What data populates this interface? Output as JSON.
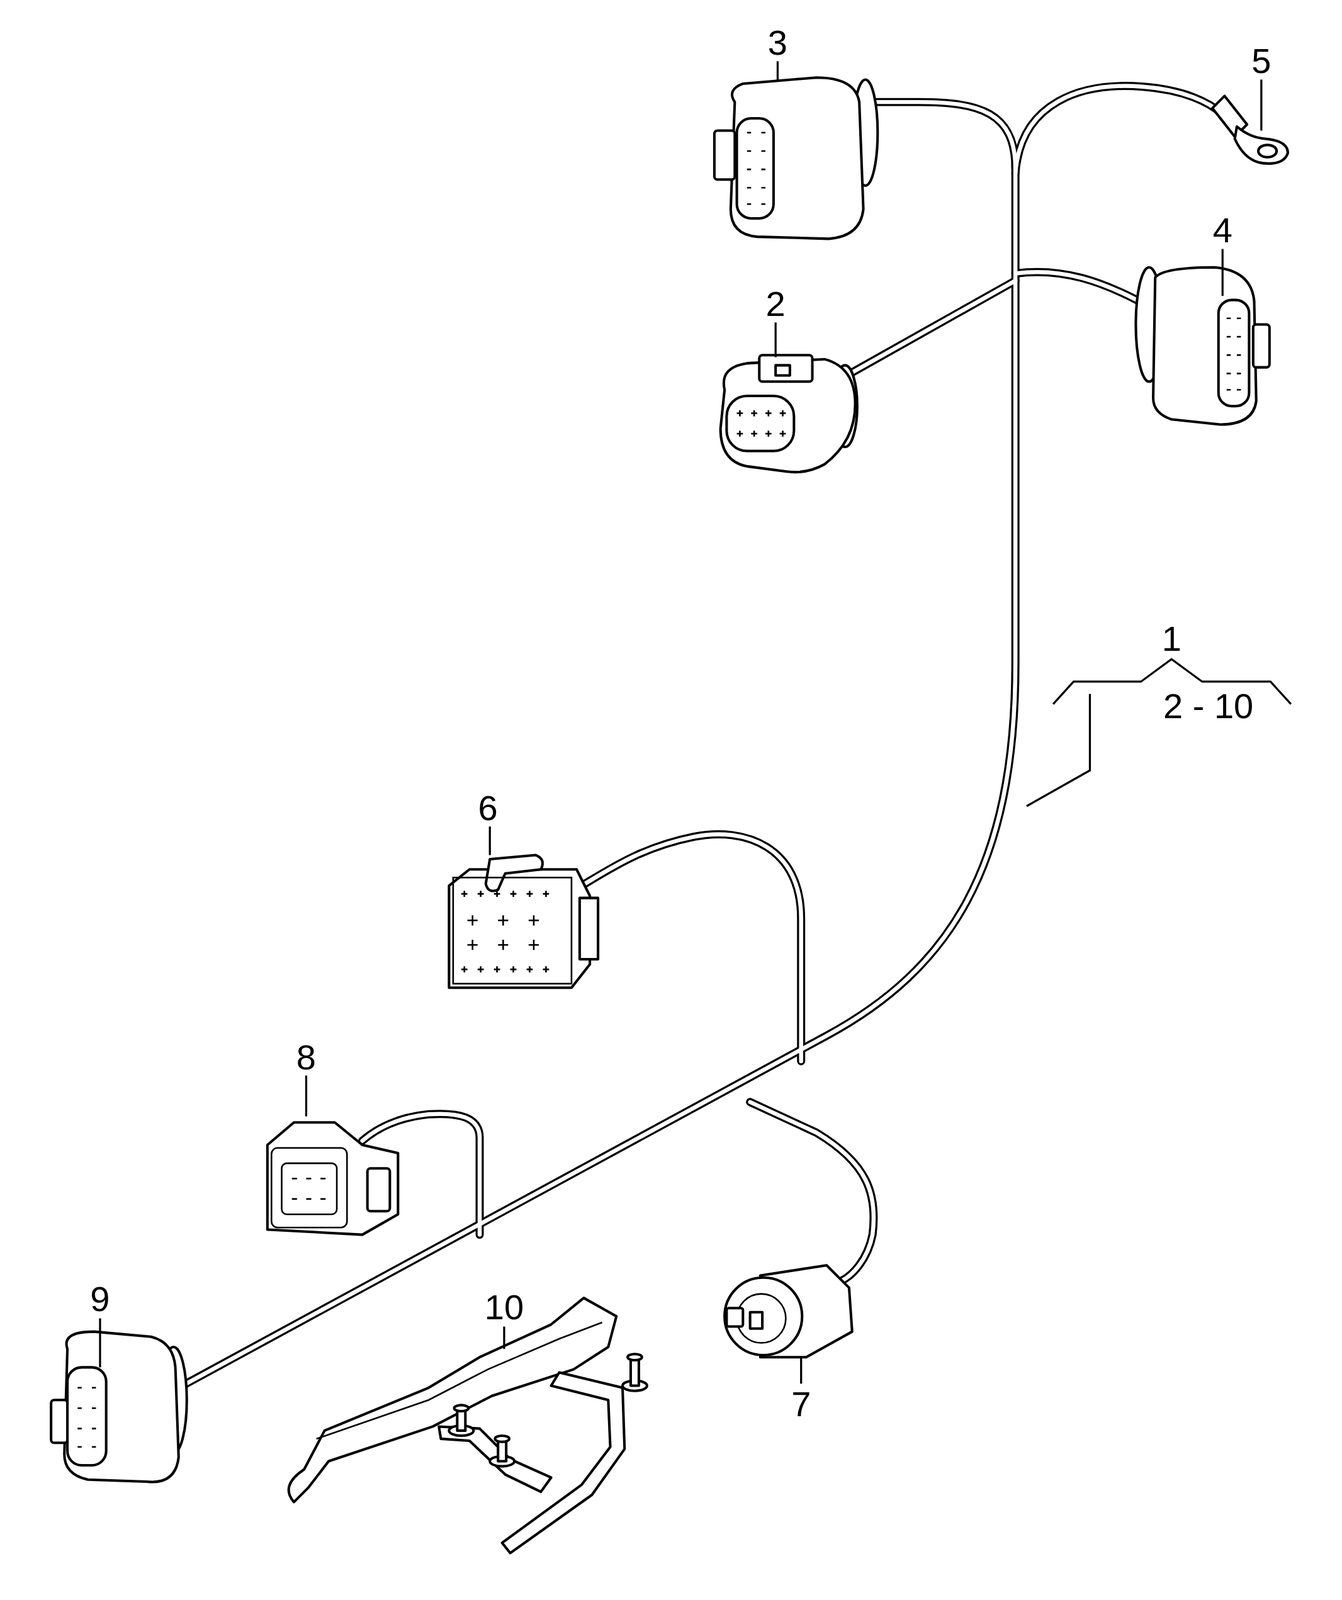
{
  "diagram": {
    "labels": [
      "3",
      "5",
      "4",
      "2",
      "1",
      "2 - 10",
      "6",
      "8",
      "9",
      "10",
      "7"
    ]
  }
}
